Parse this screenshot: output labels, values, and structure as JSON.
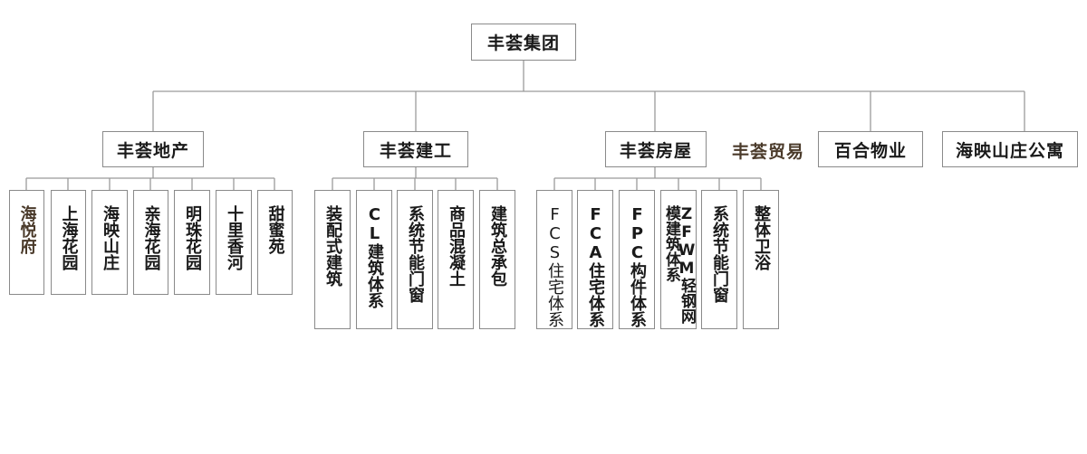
{
  "root": "丰荟集团",
  "branches": {
    "dichan": "丰荟地产",
    "jiangong": "丰荟建工",
    "fangwu": "丰荟房屋",
    "maoyi": "丰荟贸易",
    "wuye": "百合物业",
    "gongyu": "海映山庄公寓"
  },
  "dichan_items": [
    "海悦府",
    "上海花园",
    "海映山庄",
    "亲海花园",
    "明珠花园",
    "十里香河",
    "甜蜜苑"
  ],
  "jiangong_items": [
    "装配式建筑",
    "CL建筑体系",
    "系统节能门窗",
    "商品混凝土",
    "建筑总承包"
  ],
  "fangwu_items": [
    "FCS住宅体系",
    "FCA住宅体系",
    "FPC构件体系",
    "ZFWM轻钢网模建筑体系",
    "系统节能门窗",
    "整体卫浴"
  ],
  "colors": {
    "line": "#9a9a9a",
    "border": "#8a8a8a",
    "text": "#1a1a1a",
    "accent_text": "#4a3a2a"
  }
}
